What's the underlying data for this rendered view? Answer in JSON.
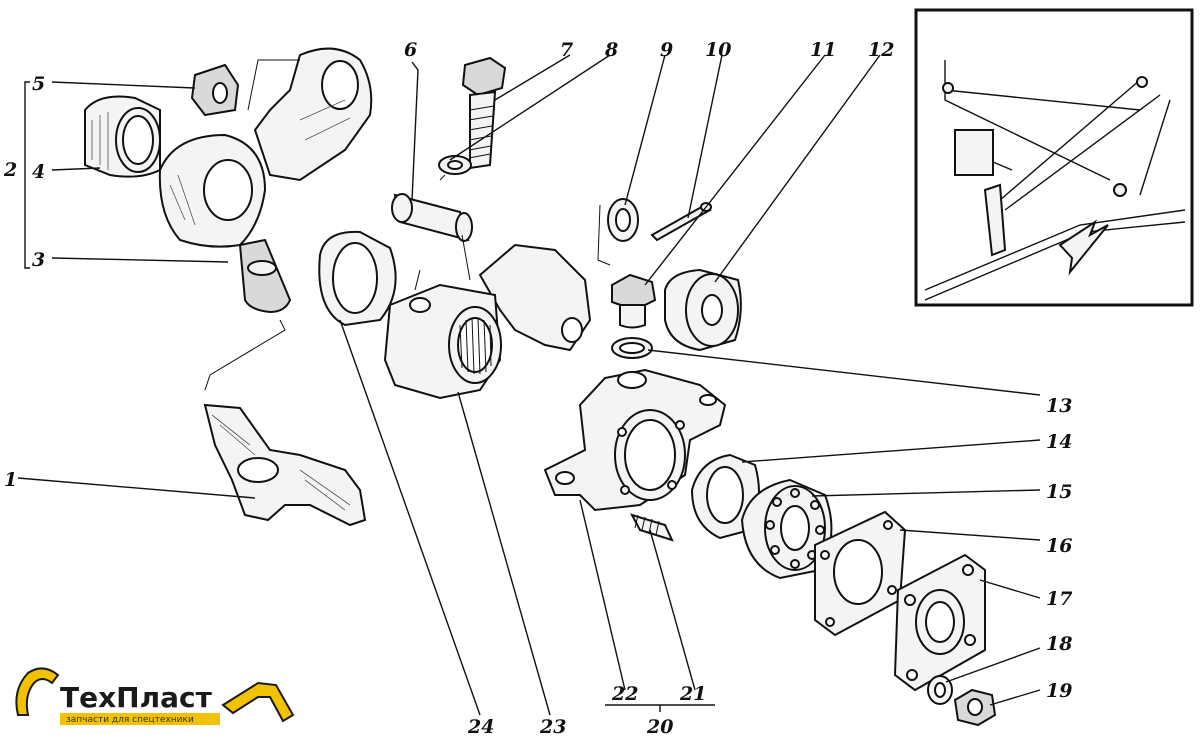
{
  "callouts": {
    "c1": "1",
    "c2": "2",
    "c3": "3",
    "c4": "4",
    "c5": "5",
    "c6": "6",
    "c7": "7",
    "c8": "8",
    "c9": "9",
    "c10": "10",
    "c11": "11",
    "c12": "12",
    "c13": "13",
    "c14": "14",
    "c15": "15",
    "c16": "16",
    "c17": "17",
    "c18": "18",
    "c19": "19",
    "c20": "20",
    "c21": "21",
    "c22": "22",
    "c23": "23",
    "c24": "24"
  },
  "logo": {
    "brand": "ТехПласт",
    "tagline": "запчасти для спецтехники",
    "colors": {
      "yellow": "#f2c200",
      "dark": "#1a1a1a"
    }
  }
}
